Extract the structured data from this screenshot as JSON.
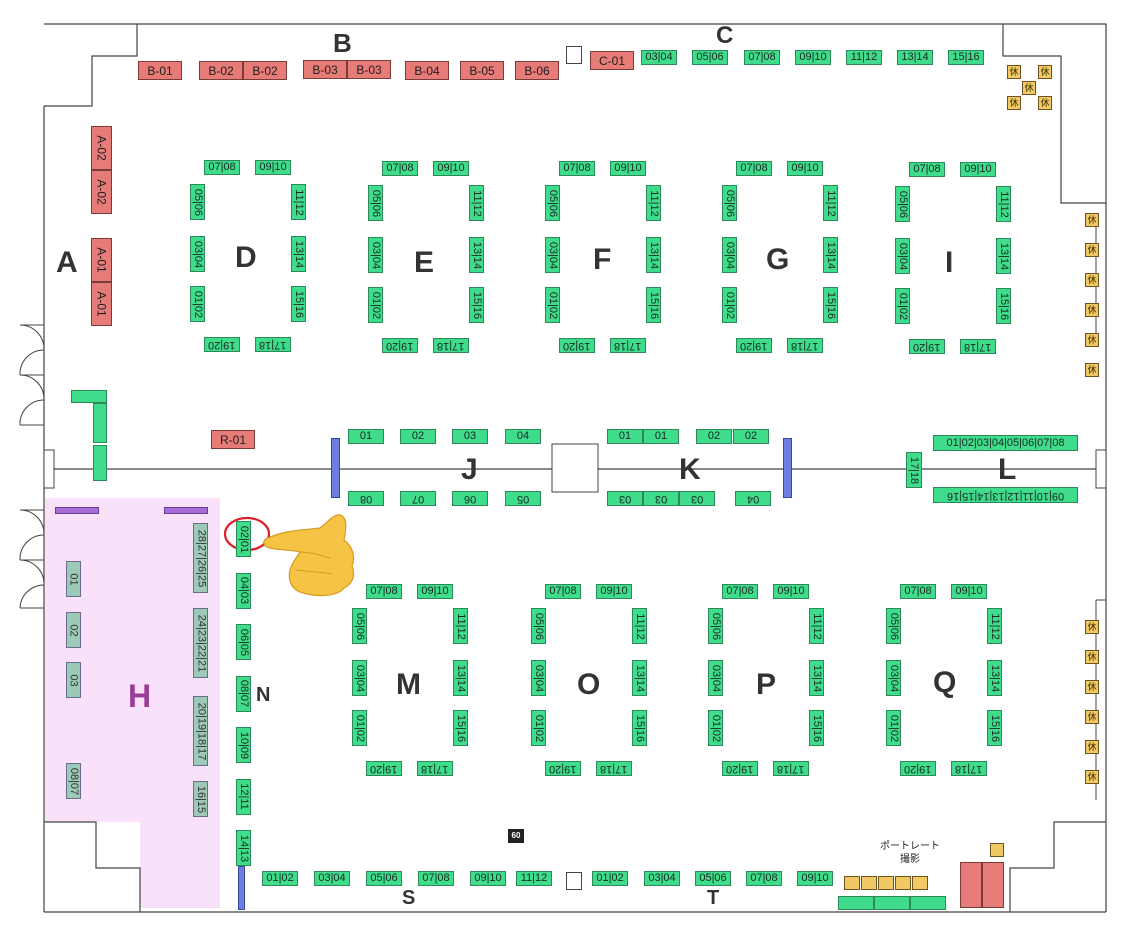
{
  "areas": [
    "A",
    "B",
    "C",
    "D",
    "E",
    "F",
    "G",
    "I",
    "J",
    "K",
    "L",
    "M",
    "N",
    "O",
    "P",
    "Q",
    "S",
    "T",
    "H"
  ],
  "labels": {
    "a": "A",
    "b": "B",
    "c": "C",
    "d": "D",
    "e": "E",
    "f": "F",
    "g": "G",
    "i": "I",
    "j": "J",
    "k": "K",
    "l": "L",
    "m": "M",
    "n": "N",
    "o": "O",
    "p": "P",
    "q": "Q",
    "s": "S",
    "t": "T",
    "h": "H"
  },
  "booths": {
    "b01": "B-01",
    "b02": "B-02",
    "b03": "B-03",
    "b04": "B-04",
    "b05": "B-05",
    "b06": "B-06",
    "c01": "C-01",
    "a01": "A-01",
    "a02": "A-02",
    "r01": "R-01"
  },
  "c_row": [
    "03|04",
    "05|06",
    "07|08",
    "09|10",
    "11|12",
    "13|14",
    "15|16"
  ],
  "block_pairs": {
    "top": [
      "07|08",
      "09|10"
    ],
    "left": [
      "05|06",
      "03|04",
      "01|02"
    ],
    "right": [
      "11|12",
      "13|14",
      "15|16"
    ],
    "bottom": [
      "19|20",
      "17|18"
    ]
  },
  "j_top": [
    "01",
    "02",
    "03",
    "04"
  ],
  "j_bottom": [
    "08",
    "07",
    "06",
    "05"
  ],
  "k_top": [
    "01",
    "01",
    "02",
    "02"
  ],
  "k_bottom": [
    "03",
    "03",
    "03",
    "04"
  ],
  "l_top": "01|02|03|04|05|06|07|08",
  "l_bottom": "09|10|11|12|13|14|15|16",
  "l_side": "17|18",
  "n_col": [
    "02|01",
    "04|03",
    "06|05",
    "08|07",
    "10|09",
    "12|11",
    "14|13"
  ],
  "s_row": [
    "01|02",
    "03|04",
    "05|06",
    "07|08",
    "09|10",
    "11|12"
  ],
  "t_row": [
    "01|02",
    "03|04",
    "05|06",
    "07|08",
    "09|10"
  ],
  "h_left": [
    "01",
    "02",
    "03",
    "08|07"
  ],
  "h_right": [
    "28|27|26|25",
    "24|23|22|21",
    "20|19|18|17",
    "16|15"
  ],
  "rest_mark": "休",
  "marker_60": "60",
  "portrait": {
    "line1": "ポートレート",
    "line2": "撮影"
  },
  "colors": {
    "booth": "#3fdc8c",
    "red_booth": "#e77b77",
    "h_zone": "#fae1fa",
    "h_label": "#9a3d98",
    "partition": "#6d7de0",
    "rest": "#f0c864"
  }
}
